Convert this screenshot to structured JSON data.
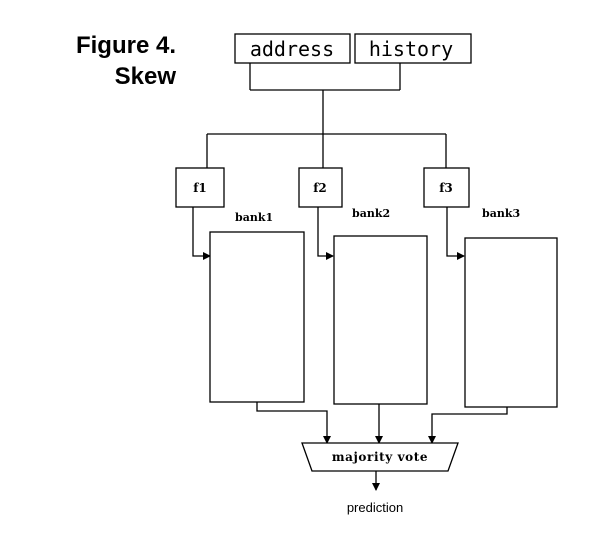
{
  "figure": {
    "caption_line1": "Figure 4.",
    "caption_line2": "Skew"
  },
  "inputs": {
    "address": "address",
    "history": "history"
  },
  "hash_functions": [
    "f1",
    "f2",
    "f3"
  ],
  "banks": [
    "bank1",
    "bank2",
    "bank3"
  ],
  "combiner": "majority vote",
  "output": "prediction"
}
